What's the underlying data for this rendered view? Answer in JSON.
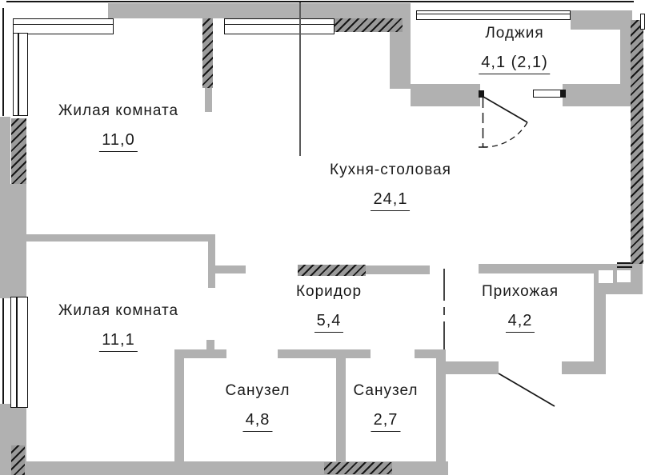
{
  "drawing": {
    "type": "apartment-floor-plan",
    "language": "ru"
  },
  "rooms": [
    {
      "id": "loggia",
      "name": "Лоджия",
      "area": "4,1 (2,1)"
    },
    {
      "id": "living-room-1",
      "name": "Жилая комната",
      "area": "11,0"
    },
    {
      "id": "kitchen-dining",
      "name": "Кухня-столовая",
      "area": "24,1"
    },
    {
      "id": "living-room-2",
      "name": "Жилая комната",
      "area": "11,1"
    },
    {
      "id": "corridor",
      "name": "Коридор",
      "area": "5,4"
    },
    {
      "id": "hallway",
      "name": "Прихожая",
      "area": "4,2"
    },
    {
      "id": "bathroom-1",
      "name": "Санузел",
      "area": "4,8"
    },
    {
      "id": "bathroom-2",
      "name": "Санузел",
      "area": "2,7"
    }
  ],
  "symbols": [
    "window",
    "corner-window",
    "balcony-door-with-window",
    "entrance-door-leaf",
    "load-bearing-hatched-wall",
    "ventilation-shaft",
    "open-passage-dashed"
  ],
  "colors": {
    "wall": "#b1b1b1",
    "hatch_base": "#9a9a9a",
    "line": "#161616",
    "background": "#ffffff"
  }
}
